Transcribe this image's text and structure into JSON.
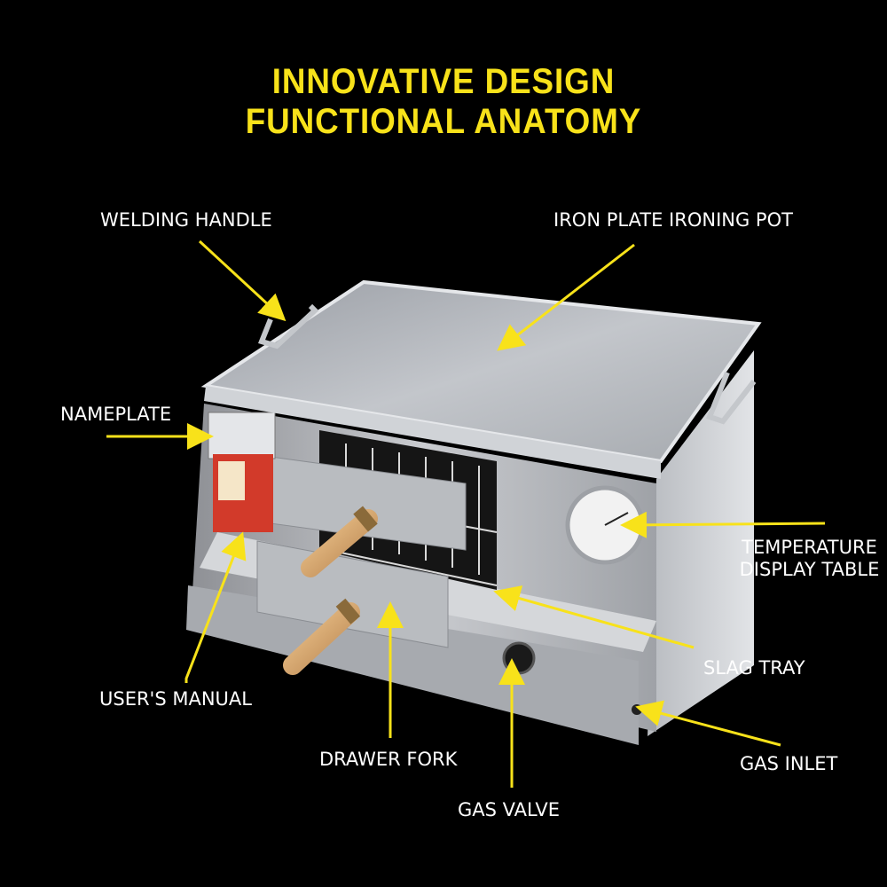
{
  "header": {
    "title_line1": "INNOVATIVE DESIGN",
    "title_line2": "FUNCTIONAL ANATOMY"
  },
  "callouts": {
    "welding_handle": "WELDING HANDLE",
    "iron_plate": "IRON PLATE IRONING POT",
    "nameplate": "NAMEPLATE",
    "temperature_line1": "TEMPERATURE",
    "temperature_line2": "DISPLAY TABLE",
    "slag_tray": "SLAG TRAY",
    "users_manual": "USER'S MANUAL",
    "drawer_fork": "DRAWER FORK",
    "gas_inlet": "GAS INLET",
    "gas_valve": "GAS VALVE"
  },
  "colors": {
    "background": "#000000",
    "title": "#f8e21a",
    "arrow": "#f8e21a",
    "label_text": "#ffffff"
  }
}
